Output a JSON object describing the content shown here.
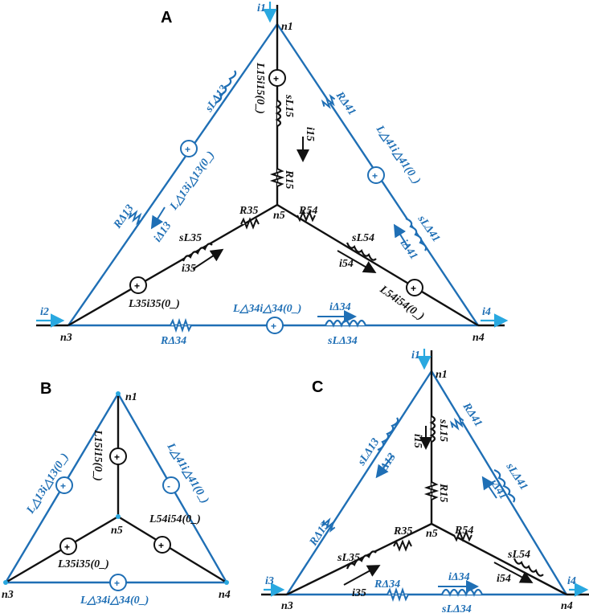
{
  "colors": {
    "delta_branch": "#1f6fb5",
    "star_branch": "#111111",
    "port_current": "#29a8e0"
  },
  "panels": {
    "a": "A",
    "b": "B",
    "c": "C"
  },
  "nodes": {
    "n1": "n1",
    "n3": "n3",
    "n4": "n4",
    "n5": "n5"
  },
  "panel_a": {
    "i1": "i1",
    "i2": "i2",
    "i4": "i4",
    "sL_d13": "sLΔ13",
    "src_d13": "L△13i△13(0_)",
    "R_d13": "RΔ13",
    "i_d13": "iΔ13",
    "R_d41": "RΔ41",
    "src_d41": "L△41i△41(0_)",
    "sL_d41": "sLΔ41",
    "i_d41": "iΔ41",
    "src_15": "L15i15(0_)",
    "sL_15": "sL15",
    "i_15": "i15",
    "R_15": "R15",
    "R_35": "R35",
    "sL_35": "sL35",
    "i_35": "i35",
    "src_35": "L35i35(0_)",
    "R_54": "R54",
    "sL_54": "sL54",
    "i_54": "i54",
    "src_54": "L54i54(0_)",
    "src_d34": "L△34i△34(0_)",
    "i_d34": "iΔ34",
    "R_d34": "RΔ34",
    "sL_d34": "sLΔ34"
  },
  "panel_b": {
    "src_15": "L15i15(0_)",
    "src_d13": "L△13i△13(0_)",
    "src_d41": "L△41i△41(0_)",
    "src_35": "L35i35(0_)",
    "src_54": "L54i54(0_)",
    "src_d34": "L△34i△34(0_)"
  },
  "panel_c": {
    "i1": "i1",
    "i3": "i3",
    "i4": "i4",
    "sL_d13": "sLΔ13",
    "i_d13": "iΔ13",
    "R_d13": "RΔ13",
    "R_d41": "RΔ41",
    "sL_d41": "sLΔ41",
    "i_d41": "iΔ41",
    "sL_15": "sL15",
    "i_15": "i15",
    "R_15": "R15",
    "R_35": "R35",
    "sL_35": "sL35",
    "i_35": "i35",
    "R_54": "R54",
    "sL_54": "sL54",
    "i_54": "i54",
    "i_d34": "iΔ34",
    "R_d34": "RΔ34",
    "sL_d34": "sLΔ34"
  }
}
